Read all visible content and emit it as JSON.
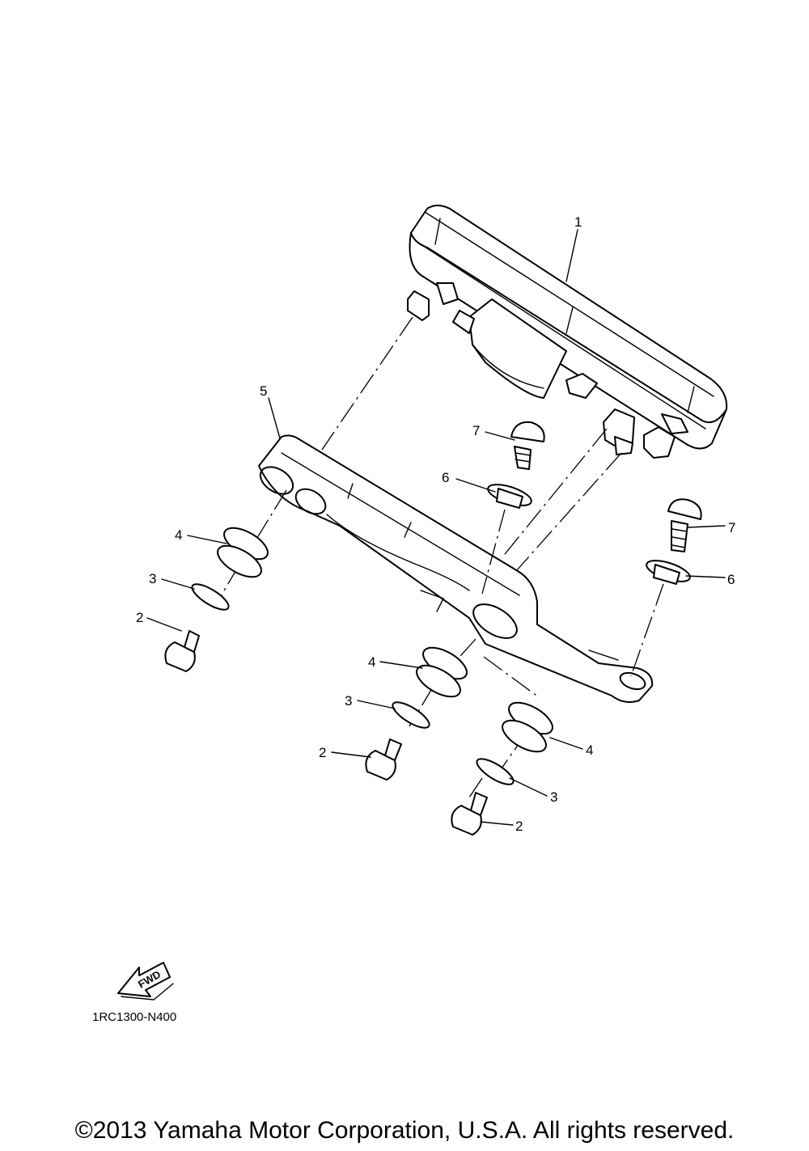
{
  "diagram": {
    "callouts": [
      "1",
      "5",
      "7",
      "6",
      "7",
      "6",
      "4",
      "3",
      "2",
      "4",
      "3",
      "2",
      "4",
      "3",
      "2"
    ],
    "fwd_label": "FWD",
    "diagram_code": "1RC1300-N400"
  },
  "footer": {
    "copyright": "©2013 Yamaha Motor Corporation, U.S.A. All rights reserved."
  }
}
